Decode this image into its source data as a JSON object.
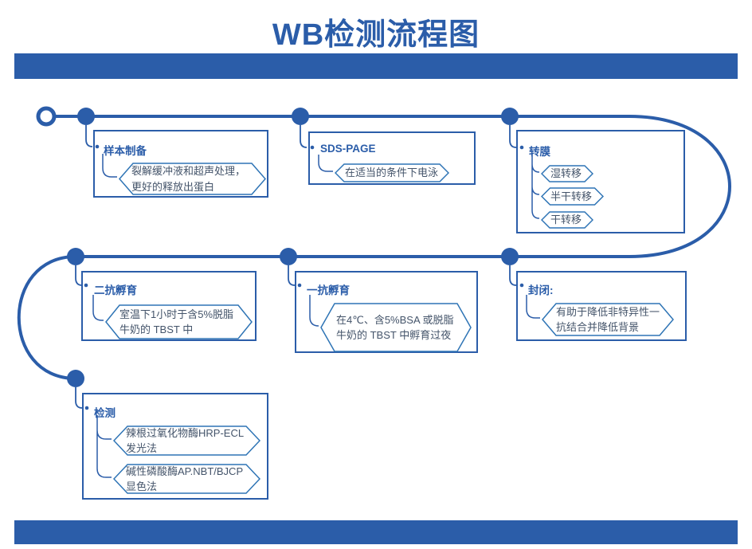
{
  "title": "WB检测流程图",
  "colors": {
    "primary": "#2B5DA9",
    "hex_border": "#2E74B5",
    "body_text": "#44546A"
  },
  "diagram_type": "serpentine-timeline-flowchart",
  "nodes": [
    {
      "id": "sample-prep",
      "title": "样本制备",
      "items": [
        "裂解缓冲液和超声处理，更好的释放出蛋白"
      ]
    },
    {
      "id": "sds-page",
      "title": "SDS-PAGE",
      "items": [
        "在适当的条件下电泳"
      ]
    },
    {
      "id": "transfer",
      "title": "转膜",
      "items": [
        "湿转移",
        "半干转移",
        "干转移"
      ]
    },
    {
      "id": "blocking",
      "title": "封闭:",
      "items": [
        "有助于降低非特异性一抗结合并降低背景"
      ]
    },
    {
      "id": "primary-ab",
      "title": "一抗孵育",
      "items": [
        "在4℃、含5%BSA 或脱脂牛奶的 TBST 中孵育过夜"
      ]
    },
    {
      "id": "secondary-ab",
      "title": "二抗孵育",
      "items": [
        "室温下1小时于含5%脱脂牛奶的 TBST 中"
      ]
    },
    {
      "id": "detection",
      "title": "检测",
      "items": [
        "辣根过氧化物酶HRP-ECL发光法",
        "碱性磷酸酶AP.NBT/BJCP显色法"
      ]
    }
  ]
}
